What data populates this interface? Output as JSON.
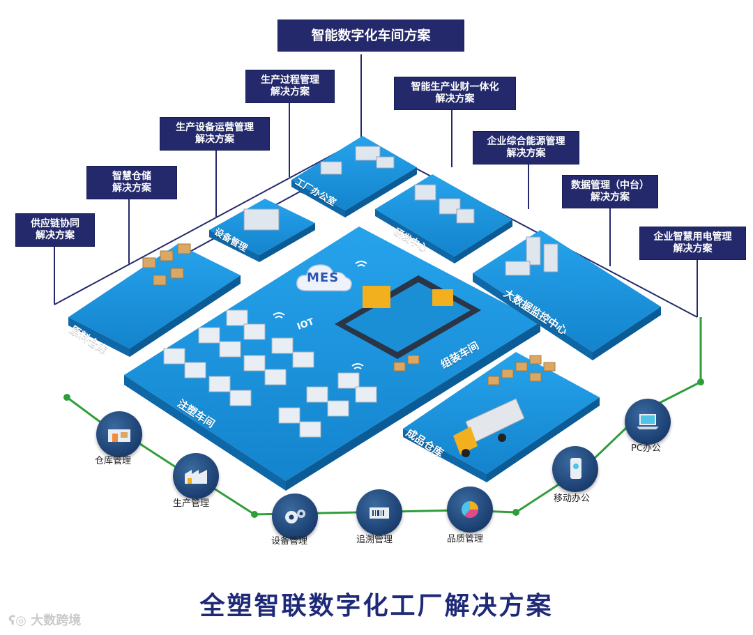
{
  "title": "全塑智联数字化工厂解决方案",
  "watermark": "大数跨境",
  "top_solution": "智能数字化车间方案",
  "solutions": [
    {
      "line1": "供应链协同",
      "line2": "解决方案"
    },
    {
      "line1": "智慧仓储",
      "line2": "解决方案"
    },
    {
      "line1": "生产设备运营管理",
      "line2": "解决方案"
    },
    {
      "line1": "生产过程管理",
      "line2": "解决方案"
    },
    {
      "line1": "智能生产业财一体化",
      "line2": "解决方案"
    },
    {
      "line1": "企业综合能源管理",
      "line2": "解决方案"
    },
    {
      "line1": "数据管理（中台）",
      "line2": "解决方案"
    },
    {
      "line1": "企业智慧用电管理",
      "line2": "解决方案"
    }
  ],
  "zones": [
    "原料仓库",
    "设备管理",
    "工厂办公室",
    "研发中心",
    "大数据监控中心",
    "组装车间",
    "注塑车间",
    "成品仓库"
  ],
  "center_labels": {
    "mes": "MES",
    "iot": "IOT"
  },
  "bottom_nodes": [
    {
      "label": "仓库管理",
      "icon": "warehouse-icon"
    },
    {
      "label": "生产管理",
      "icon": "factory-icon"
    },
    {
      "label": "设备管理",
      "icon": "gear-icon"
    },
    {
      "label": "追溯管理",
      "icon": "trace-icon"
    },
    {
      "label": "品质管理",
      "icon": "quality-chart-icon"
    },
    {
      "label": "移动办公",
      "icon": "mobile-icon"
    },
    {
      "label": "PC办公",
      "icon": "laptop-icon"
    }
  ],
  "colors": {
    "navy": "#23296b",
    "platform": "#1b8fd6",
    "platform_dark": "#0f6aa8",
    "link_green": "#2e9e3a",
    "title": "#1e2a78"
  }
}
